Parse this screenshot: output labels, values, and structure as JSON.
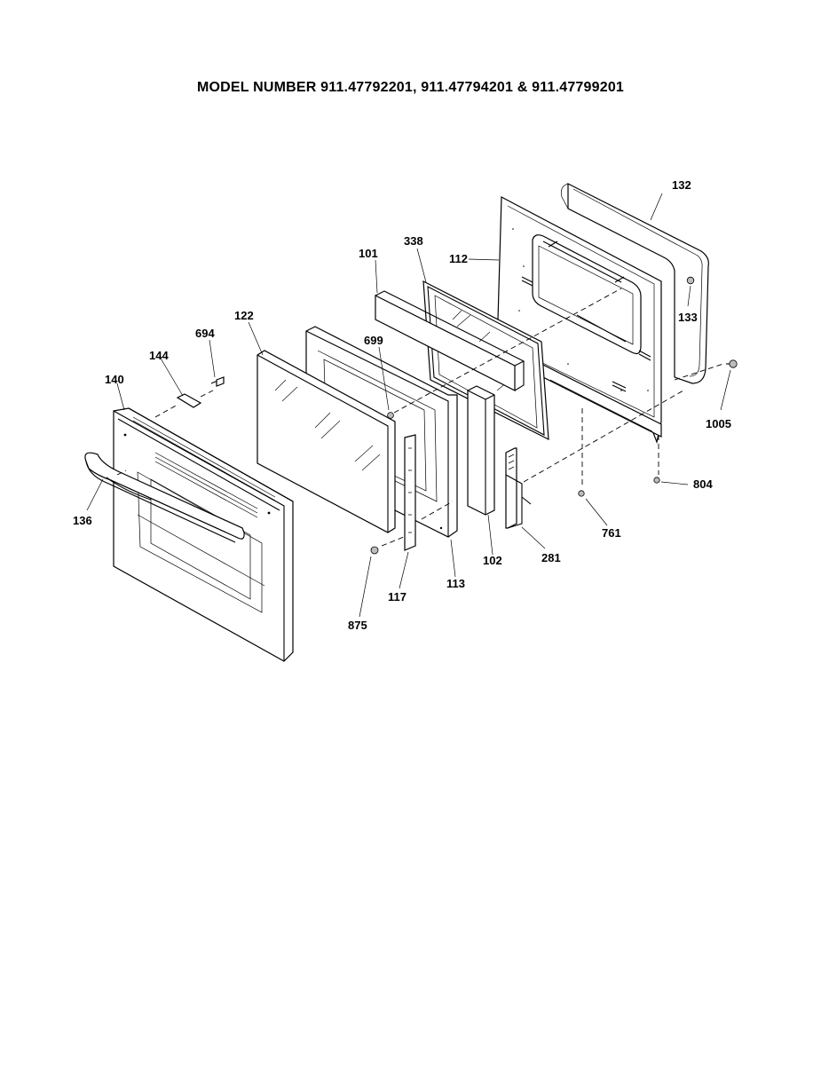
{
  "title": "MODEL NUMBER 911.47792201, 911.47794201 & 911.47799201",
  "parts": [
    {
      "id": "p132",
      "label": "132"
    },
    {
      "id": "p338",
      "label": "338"
    },
    {
      "id": "p101",
      "label": "101"
    },
    {
      "id": "p112",
      "label": "112"
    },
    {
      "id": "p133",
      "label": "133"
    },
    {
      "id": "p122",
      "label": "122"
    },
    {
      "id": "p694",
      "label": "694"
    },
    {
      "id": "p699",
      "label": "699"
    },
    {
      "id": "p144",
      "label": "144"
    },
    {
      "id": "p140",
      "label": "140"
    },
    {
      "id": "p1005",
      "label": "1005"
    },
    {
      "id": "p136",
      "label": "136"
    },
    {
      "id": "p804",
      "label": "804"
    },
    {
      "id": "p761",
      "label": "761"
    },
    {
      "id": "p102",
      "label": "102"
    },
    {
      "id": "p281",
      "label": "281"
    },
    {
      "id": "p113",
      "label": "113"
    },
    {
      "id": "p117",
      "label": "117"
    },
    {
      "id": "p875",
      "label": "875"
    }
  ]
}
